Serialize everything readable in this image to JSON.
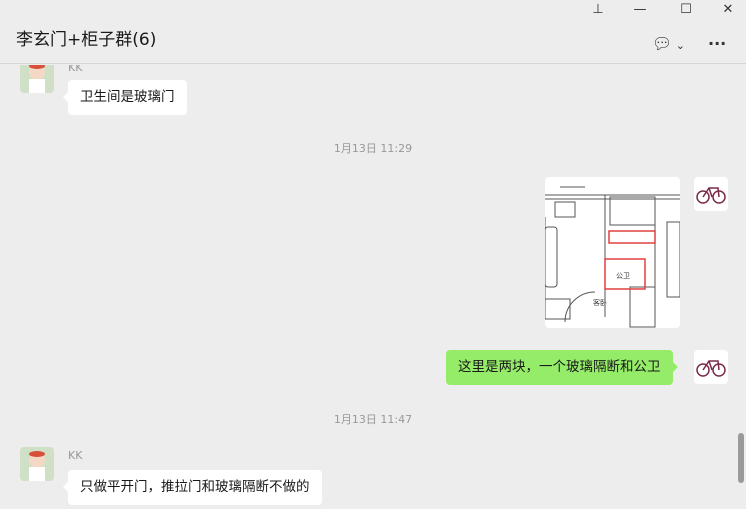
{
  "window": {
    "pin_icon": "pin-icon",
    "minimize_icon": "minimize-icon",
    "maximize_icon": "maximize-icon",
    "close_icon": "close-icon"
  },
  "header": {
    "title": "李玄门+柜子群(6)"
  },
  "messages": [
    {
      "sender": "KK",
      "text": "卫生间是玻璃门",
      "side": "left"
    },
    {
      "time": "1月13日 11:29"
    },
    {
      "side": "right",
      "type": "image",
      "labels": [
        "公卫",
        "客卧"
      ]
    },
    {
      "side": "right",
      "text": "这里是两块，一个玻璃隔断和公卫"
    },
    {
      "time": "1月13日 11:47"
    },
    {
      "sender": "KK",
      "text": "只做平开门，推拉门和玻璃隔断不做的",
      "side": "left"
    }
  ]
}
